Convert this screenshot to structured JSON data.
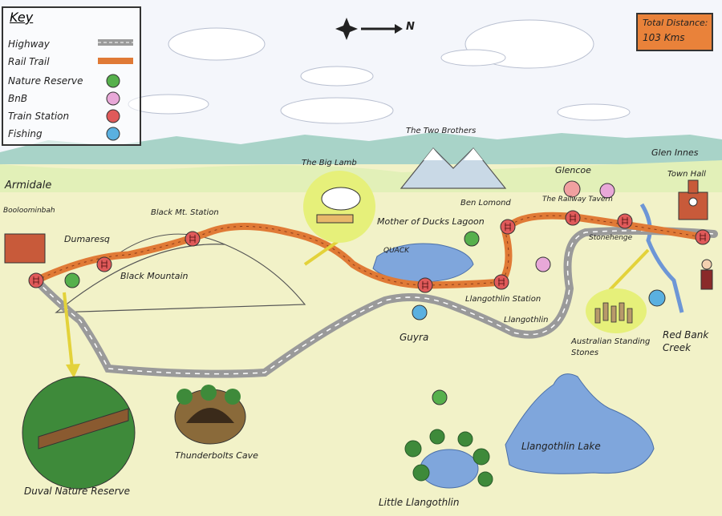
{
  "key": {
    "title": "Key",
    "items": [
      {
        "label": "Highway",
        "icon": "highway-line-icon"
      },
      {
        "label": "Rail Trail",
        "icon": "rail-trail-line-icon"
      },
      {
        "label": "Nature Reserve",
        "icon": "tree-icon"
      },
      {
        "label": "BnB",
        "icon": "bed-icon"
      },
      {
        "label": "Train Station",
        "icon": "rail-track-icon"
      },
      {
        "label": "Fishing",
        "icon": "fish-icon"
      }
    ]
  },
  "total_distance": {
    "label": "Total Distance:",
    "value": "103 Kms"
  },
  "compass": {
    "north_label": "N"
  },
  "places": {
    "armidale": "Armidale",
    "booloominbah": "Booloominbah",
    "dumaresq": "Dumaresq",
    "black_mt_station": "Black Mt. Station",
    "black_mountain": "Black Mountain",
    "big_lamb": "The Big Lamb",
    "mother_of_ducks": "Mother of Ducks Lagoon",
    "two_brothers": "The Two Brothers",
    "ben_lomond": "Ben Lomond",
    "glencoe": "Glencoe",
    "glen_innes": "Glen Innes",
    "town_hall": "Town Hall",
    "railway_tavern": "The Railway Tavern",
    "stonehenge": "Stonehenge",
    "llangothlin_station": "Llangothlin Station",
    "llangothlin": "Llangothlin",
    "guyra": "Guyra",
    "australian_standing_stones": "Australian Standing Stones",
    "red_bank_creek": "Red Bank Creek",
    "llangothlin_lake": "Llangothlin Lake",
    "little_llangothlin": "Little Llangothlin",
    "thunderbolts_cave": "Thunderbolts Cave",
    "duval_nature_reserve": "Duval Nature Reserve",
    "quack": "QUACK"
  },
  "colors": {
    "rail_trail": "#e07a36",
    "highway": "#9a9a9a",
    "grass": "#f2f2c8",
    "water": "#7fa6dc",
    "mountain": "#a8d3c8",
    "station_marker": "#e05a5a",
    "nature_marker": "#56b04c"
  }
}
